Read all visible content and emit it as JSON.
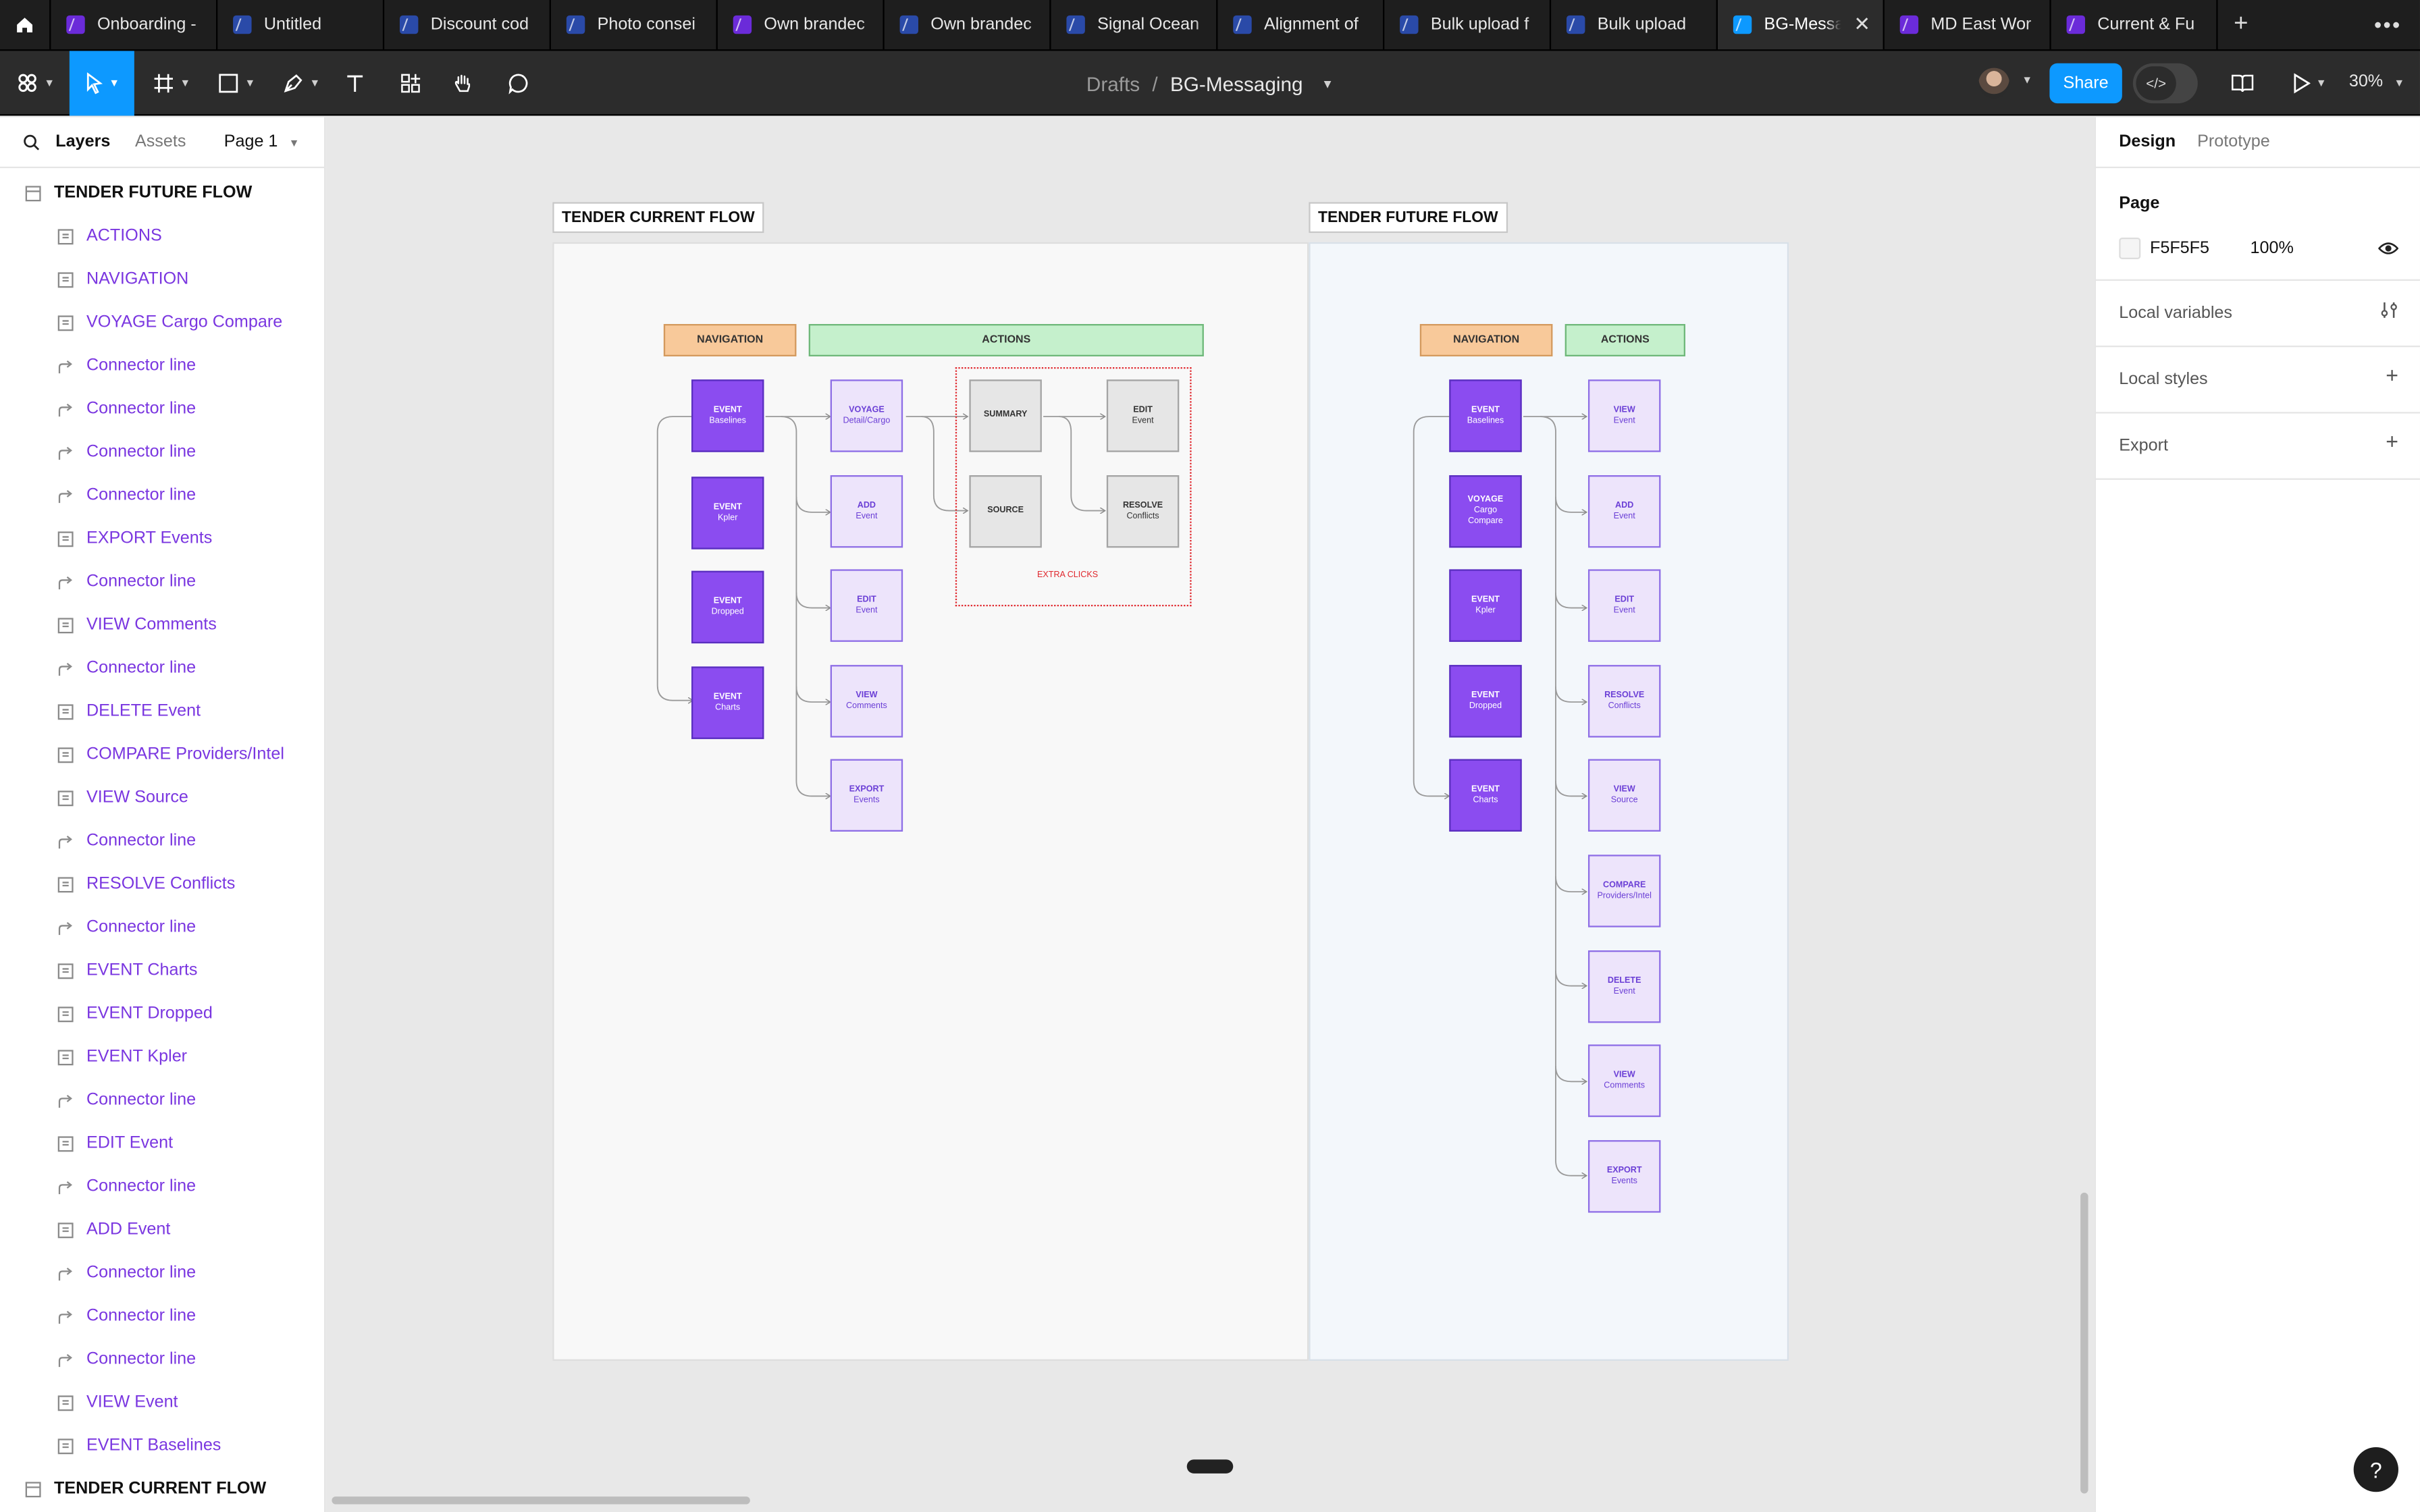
{
  "tabs": [
    {
      "label": "Onboarding -",
      "icon_color": "#6b2bd9",
      "active": false
    },
    {
      "label": "Untitled",
      "icon_color": "#2a4aa8",
      "active": false
    },
    {
      "label": "Discount cod",
      "icon_color": "#2a4aa8",
      "active": false
    },
    {
      "label": "Photo consei",
      "icon_color": "#2a4aa8",
      "active": false
    },
    {
      "label": "Own brandec",
      "icon_color": "#6b2bd9",
      "active": false
    },
    {
      "label": "Own brandec",
      "icon_color": "#2a4aa8",
      "active": false
    },
    {
      "label": "Signal Ocean",
      "icon_color": "#2a4aa8",
      "active": false
    },
    {
      "label": "Alignment of",
      "icon_color": "#2a4aa8",
      "active": false
    },
    {
      "label": "Bulk upload f",
      "icon_color": "#2a4aa8",
      "active": false
    },
    {
      "label": "Bulk upload",
      "icon_color": "#2a4aa8",
      "active": false
    },
    {
      "label": "BG-Messa",
      "icon_color": "#0d99ff",
      "active": true
    },
    {
      "label": "MD East Wor",
      "icon_color": "#6b2bd9",
      "active": false
    },
    {
      "label": "Current & Fu",
      "icon_color": "#6b2bd9",
      "active": false
    }
  ],
  "toolbar": {
    "breadcrumb_parent": "Drafts",
    "breadcrumb_sep": "/",
    "file_name": "BG-Messaging",
    "share_label": "Share",
    "zoom": "30%"
  },
  "left_panel": {
    "tab_layers": "Layers",
    "tab_assets": "Assets",
    "page_selector": "Page 1",
    "layers": [
      {
        "label": "TENDER FUTURE FLOW",
        "type": "frame",
        "level": 0
      },
      {
        "label": "ACTIONS",
        "type": "text",
        "level": 1
      },
      {
        "label": "NAVIGATION",
        "type": "text",
        "level": 1
      },
      {
        "label": "VOYAGE Cargo Compare",
        "type": "text",
        "level": 1
      },
      {
        "label": "Connector line",
        "type": "connector",
        "level": 1
      },
      {
        "label": "Connector line",
        "type": "connector",
        "level": 1
      },
      {
        "label": "Connector line",
        "type": "connector",
        "level": 1
      },
      {
        "label": "Connector line",
        "type": "connector",
        "level": 1
      },
      {
        "label": "EXPORT Events",
        "type": "text",
        "level": 1
      },
      {
        "label": "Connector line",
        "type": "connector",
        "level": 1
      },
      {
        "label": "VIEW Comments",
        "type": "text",
        "level": 1
      },
      {
        "label": "Connector line",
        "type": "connector",
        "level": 1
      },
      {
        "label": "DELETE Event",
        "type": "text",
        "level": 1
      },
      {
        "label": "COMPARE Providers/Intel",
        "type": "text",
        "level": 1
      },
      {
        "label": "VIEW Source",
        "type": "text",
        "level": 1
      },
      {
        "label": "Connector line",
        "type": "connector",
        "level": 1
      },
      {
        "label": "RESOLVE Conflicts",
        "type": "text",
        "level": 1
      },
      {
        "label": "Connector line",
        "type": "connector",
        "level": 1
      },
      {
        "label": "EVENT Charts",
        "type": "text",
        "level": 1
      },
      {
        "label": "EVENT Dropped",
        "type": "text",
        "level": 1
      },
      {
        "label": "EVENT Kpler",
        "type": "text",
        "level": 1
      },
      {
        "label": "Connector line",
        "type": "connector",
        "level": 1
      },
      {
        "label": "EDIT Event",
        "type": "text",
        "level": 1
      },
      {
        "label": "Connector line",
        "type": "connector",
        "level": 1
      },
      {
        "label": "ADD Event",
        "type": "text",
        "level": 1
      },
      {
        "label": "Connector line",
        "type": "connector",
        "level": 1
      },
      {
        "label": "Connector line",
        "type": "connector",
        "level": 1
      },
      {
        "label": "Connector line",
        "type": "connector",
        "level": 1
      },
      {
        "label": "VIEW Event",
        "type": "text",
        "level": 1
      },
      {
        "label": "EVENT Baselines",
        "type": "text",
        "level": 1
      },
      {
        "label": "TENDER CURRENT FLOW",
        "type": "frame",
        "level": 0
      }
    ]
  },
  "right_panel": {
    "tab_design": "Design",
    "tab_prototype": "Prototype",
    "page_section": "Page",
    "page_color": "F5F5F5",
    "page_opacity": "100%",
    "local_variables": "Local variables",
    "local_styles": "Local styles",
    "export": "Export"
  },
  "canvas": {
    "current_flow": {
      "title": "TENDER CURRENT FLOW",
      "nav_header": "NAVIGATION",
      "actions_header": "ACTIONS",
      "nav_boxes": [
        {
          "l1": "EVENT",
          "l2": "Baselines"
        },
        {
          "l1": "EVENT",
          "l2": "Kpler"
        },
        {
          "l1": "EVENT",
          "l2": "Dropped"
        },
        {
          "l1": "EVENT",
          "l2": "Charts"
        }
      ],
      "action_boxes": [
        {
          "l1": "VOYAGE",
          "l2": "Detail/Cargo"
        },
        {
          "l1": "ADD",
          "l2": "Event"
        },
        {
          "l1": "EDIT",
          "l2": "Event"
        },
        {
          "l1": "VIEW",
          "l2": "Comments"
        },
        {
          "l1": "EXPORT",
          "l2": "Events"
        }
      ],
      "gray_boxes": [
        {
          "l1": "SUMMARY",
          "l2": ""
        },
        {
          "l1": "EDIT",
          "l2": "Event"
        },
        {
          "l1": "SOURCE",
          "l2": ""
        },
        {
          "l1": "RESOLVE",
          "l2": "Conflicts"
        }
      ],
      "extra_clicks_label": "EXTRA CLICKS"
    },
    "future_flow": {
      "title": "TENDER FUTURE FLOW",
      "nav_header": "NAVIGATION",
      "actions_header": "ACTIONS",
      "nav_boxes": [
        {
          "l1": "EVENT",
          "l2": "Baselines"
        },
        {
          "l1": "VOYAGE",
          "l2": "Cargo",
          "l3": "Compare"
        },
        {
          "l1": "EVENT",
          "l2": "Kpler"
        },
        {
          "l1": "EVENT",
          "l2": "Dropped"
        },
        {
          "l1": "EVENT",
          "l2": "Charts"
        }
      ],
      "action_boxes": [
        {
          "l1": "VIEW",
          "l2": "Event"
        },
        {
          "l1": "ADD",
          "l2": "Event"
        },
        {
          "l1": "EDIT",
          "l2": "Event"
        },
        {
          "l1": "RESOLVE",
          "l2": "Conflicts"
        },
        {
          "l1": "VIEW",
          "l2": "Source"
        },
        {
          "l1": "COMPARE",
          "l2": "Providers/Intel"
        },
        {
          "l1": "DELETE",
          "l2": "Event"
        },
        {
          "l1": "VIEW",
          "l2": "Comments"
        },
        {
          "l1": "EXPORT",
          "l2": "Events"
        }
      ]
    }
  },
  "colors": {
    "accent": "#0d99ff",
    "layer_text": "#7a36e0",
    "nav_header_bg": "#f8c99a",
    "actions_header_bg": "#c5f0cc",
    "event_dark": "#8b4cf0",
    "action_light": "#ede4fb",
    "extra_clicks": "#e0282e"
  },
  "help_label": "?"
}
